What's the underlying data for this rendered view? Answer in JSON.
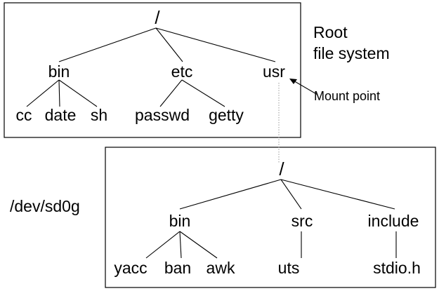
{
  "root_fs": {
    "label_line1": "Root",
    "label_line2": "file system",
    "root": "/",
    "dirs": {
      "bin": "bin",
      "etc": "etc",
      "usr": "usr"
    },
    "bin_children": [
      "cc",
      "date",
      "sh"
    ],
    "etc_children": [
      "passwd",
      "getty"
    ]
  },
  "mount_point_label": "Mount point",
  "device": {
    "label": "/dev/sd0g",
    "root": "/",
    "dirs": {
      "bin": "bin",
      "src": "src",
      "include": "include"
    },
    "bin_children": [
      "yacc",
      "ban",
      "awk"
    ],
    "src_children": [
      "uts"
    ],
    "include_children": [
      "stdio.h"
    ]
  },
  "colors": {
    "line": "#000000",
    "dotted_link": "#999999",
    "text": "#000000"
  }
}
